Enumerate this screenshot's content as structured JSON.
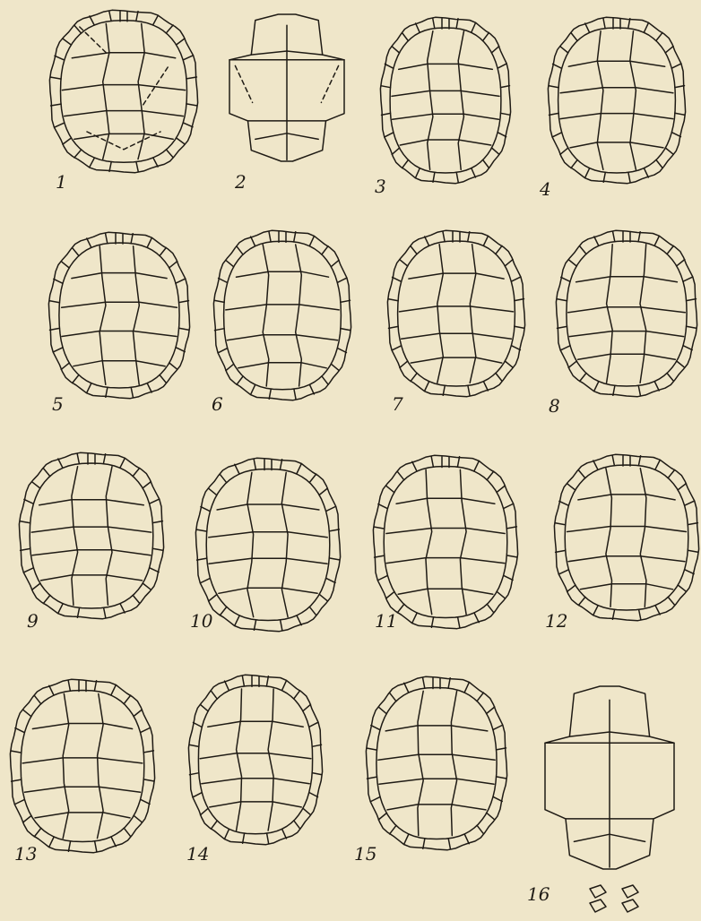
{
  "figures": [
    {
      "label": "1",
      "view": "carapace",
      "dashed_overlay": true
    },
    {
      "label": "2",
      "view": "plastron",
      "dashed_overlay": true
    },
    {
      "label": "3",
      "view": "carapace"
    },
    {
      "label": "4",
      "view": "carapace"
    },
    {
      "label": "5",
      "view": "carapace"
    },
    {
      "label": "6",
      "view": "carapace"
    },
    {
      "label": "7",
      "view": "carapace"
    },
    {
      "label": "8",
      "view": "carapace"
    },
    {
      "label": "9",
      "view": "carapace"
    },
    {
      "label": "10",
      "view": "carapace"
    },
    {
      "label": "11",
      "view": "carapace"
    },
    {
      "label": "12",
      "view": "carapace"
    },
    {
      "label": "13",
      "view": "carapace"
    },
    {
      "label": "14",
      "view": "carapace"
    },
    {
      "label": "15",
      "view": "carapace"
    },
    {
      "label": "16",
      "view": "plastron",
      "with_fragments": true
    }
  ],
  "colors": {
    "paper": "#efe6c9",
    "ink": "#1f1b15"
  }
}
